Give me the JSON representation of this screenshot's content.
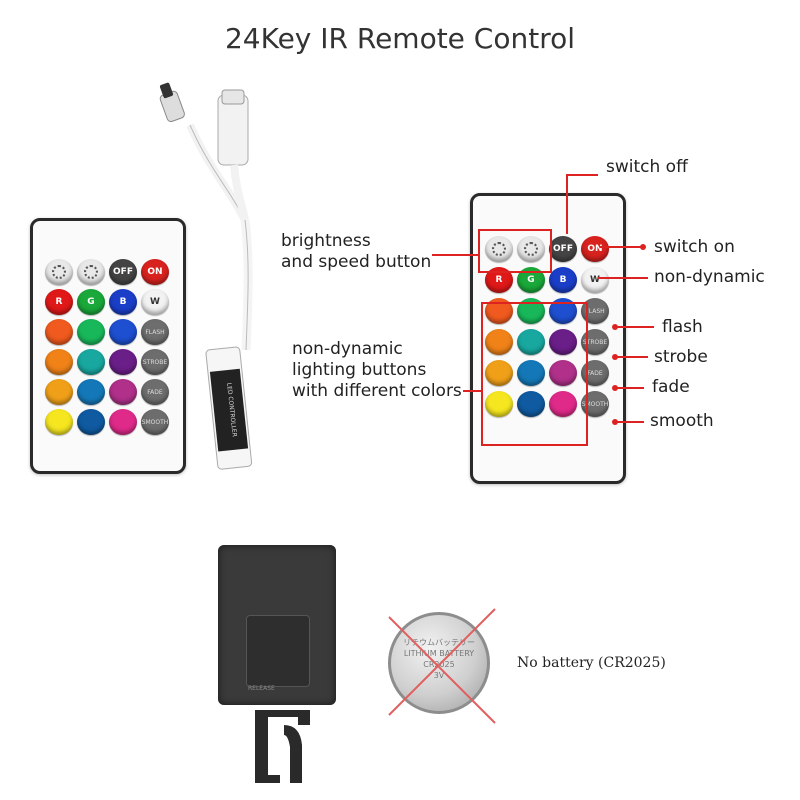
{
  "title": "24Key IR Remote Control",
  "left_remote": {
    "rows": [
      [
        {
          "t": "",
          "c": "#e8e8e8",
          "sun": true
        },
        {
          "t": "",
          "c": "#e8e8e8",
          "sun": true
        },
        {
          "t": "OFF",
          "c": "#444"
        },
        {
          "t": "ON",
          "c": "#d8221e"
        }
      ],
      [
        {
          "t": "R",
          "c": "#e01818"
        },
        {
          "t": "G",
          "c": "#1aa83a"
        },
        {
          "t": "B",
          "c": "#1a3ec8"
        },
        {
          "t": "W",
          "c": "#f2f2f2",
          "w": true
        }
      ],
      [
        {
          "t": "",
          "c": "#f05a1e"
        },
        {
          "t": "",
          "c": "#18b85a"
        },
        {
          "t": "",
          "c": "#1e4fd0"
        },
        {
          "t": "FLASH",
          "c": "#6d6d6d",
          "s": true
        }
      ],
      [
        {
          "t": "",
          "c": "#f08218"
        },
        {
          "t": "",
          "c": "#18a8a0"
        },
        {
          "t": "",
          "c": "#6a1e88"
        },
        {
          "t": "STROBE",
          "c": "#6d6d6d",
          "s": true
        }
      ],
      [
        {
          "t": "",
          "c": "#f0a018"
        },
        {
          "t": "",
          "c": "#1478b8"
        },
        {
          "t": "",
          "c": "#b0308a"
        },
        {
          "t": "FADE",
          "c": "#6d6d6d",
          "s": true
        }
      ],
      [
        {
          "t": "",
          "c": "#f5e620"
        },
        {
          "t": "",
          "c": "#0f5aa0"
        },
        {
          "t": "",
          "c": "#e02a8a"
        },
        {
          "t": "SMOOTH",
          "c": "#6d6d6d",
          "s": true
        }
      ]
    ]
  },
  "right_remote": {
    "rows": [
      [
        {
          "t": "",
          "c": "#e8e8e8",
          "sun": true
        },
        {
          "t": "",
          "c": "#e8e8e8",
          "sun": true
        },
        {
          "t": "OFF",
          "c": "#444"
        },
        {
          "t": "ON",
          "c": "#d8221e"
        }
      ],
      [
        {
          "t": "R",
          "c": "#e01818"
        },
        {
          "t": "G",
          "c": "#1aa83a"
        },
        {
          "t": "B",
          "c": "#1a3ec8"
        },
        {
          "t": "W",
          "c": "#f2f2f2",
          "w": true
        }
      ],
      [
        {
          "t": "",
          "c": "#f05a1e"
        },
        {
          "t": "",
          "c": "#18b85a"
        },
        {
          "t": "",
          "c": "#1e4fd0"
        },
        {
          "t": "FLASH",
          "c": "#6d6d6d",
          "s": true
        }
      ],
      [
        {
          "t": "",
          "c": "#f08218"
        },
        {
          "t": "",
          "c": "#18a8a0"
        },
        {
          "t": "",
          "c": "#6a1e88"
        },
        {
          "t": "STROBE",
          "c": "#6d6d6d",
          "s": true
        }
      ],
      [
        {
          "t": "",
          "c": "#f0a018"
        },
        {
          "t": "",
          "c": "#1478b8"
        },
        {
          "t": "",
          "c": "#b0308a"
        },
        {
          "t": "FADE",
          "c": "#6d6d6d",
          "s": true
        }
      ],
      [
        {
          "t": "",
          "c": "#f5e620"
        },
        {
          "t": "",
          "c": "#0f5aa0"
        },
        {
          "t": "",
          "c": "#e02a8a"
        },
        {
          "t": "SMOOTH",
          "c": "#6d6d6d",
          "s": true
        }
      ]
    ]
  },
  "controller": {
    "label": "LED CONTROLLER"
  },
  "annotations": {
    "switch_off": "switch off",
    "switch_on": "switch on",
    "brightness_l1": "brightness",
    "brightness_l2": "and speed button",
    "non_dynamic": "non-dynamic",
    "flash": "flash",
    "strobe": "strobe",
    "fade": "fade",
    "smooth": "smooth",
    "colors_l1": "non-dynamic",
    "colors_l2": "lighting buttons",
    "colors_l3": "with different colors"
  },
  "battery_cover": {
    "release": "RELEASE"
  },
  "coin_cell": {
    "text_l1": "リチウムバッテリー",
    "text_l2": "LITHIUM BATTERY",
    "text_l3": "CR2025",
    "text_l4": "3V"
  },
  "no_battery": "No battery (CR2025)",
  "accent_color": "#d22222"
}
